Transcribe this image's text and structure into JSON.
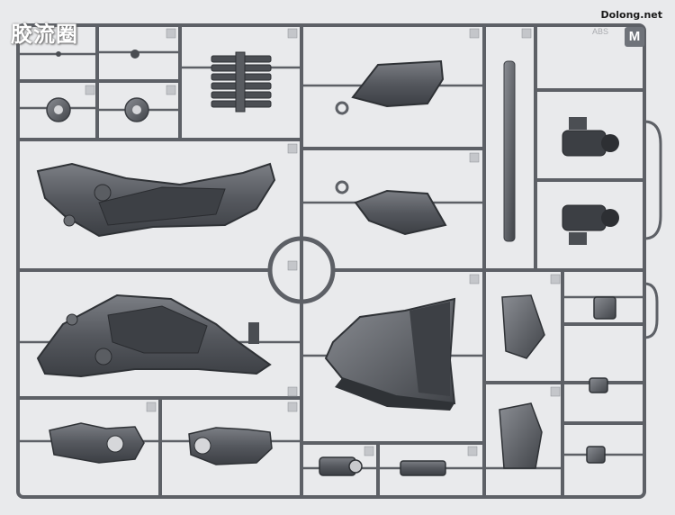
{
  "watermark": {
    "left_text": "胶流圈",
    "right_text": "Dolong.net"
  },
  "runner": {
    "material_label": "ABS",
    "runner_letter": "M"
  },
  "colors": {
    "background": "#e9eaec",
    "runner_frame": "#5d6066",
    "part_dark": "#3f4247",
    "part_mid": "#6c6f75",
    "part_light": "#8e9197"
  }
}
